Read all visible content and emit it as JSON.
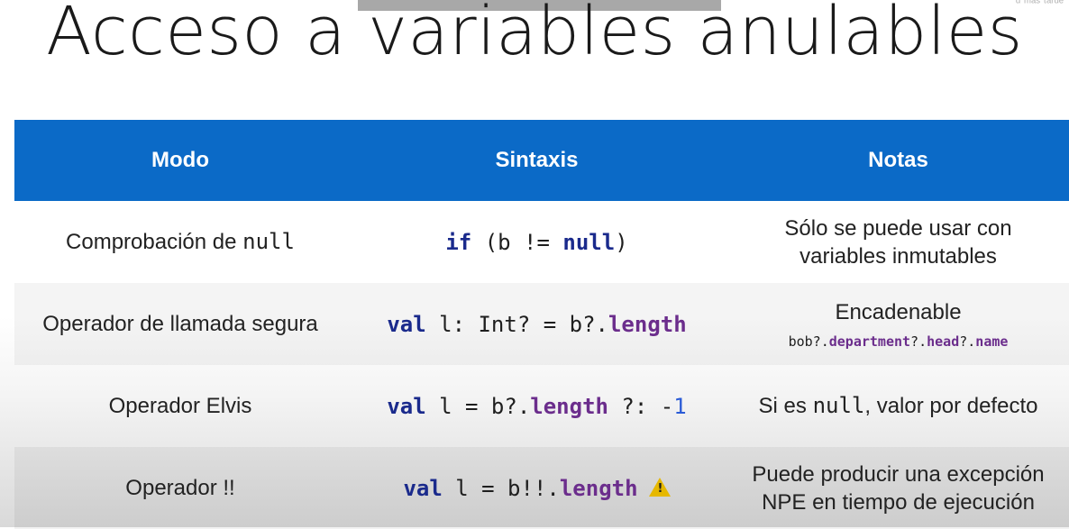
{
  "slide": {
    "title": "Acceso a variables anulables",
    "corner_text": "ᵈ ᵐᵃˢ ᵗᵃʳᵈᵉ"
  },
  "table": {
    "headers": [
      "Modo",
      "Sintaxis",
      "Notas"
    ],
    "rows": [
      {
        "mode_prefix": "Comprobación de ",
        "mode_code": "null",
        "syntax": {
          "kw": "if",
          "mid": " (b != ",
          "kw2": "null",
          "end": ")"
        },
        "notes_line1": "Sólo se puede usar con",
        "notes_line2": "variables inmutables"
      },
      {
        "mode": "Operador de llamada segura",
        "syntax": {
          "kw": "val",
          "mid": " l: Int? = b?.",
          "prop": "length"
        },
        "notes_line1": "Encadenable",
        "notes_code": {
          "a": "bob?.",
          "b": "department",
          "c": "?.",
          "d": "head",
          "e": "?.",
          "f": "name"
        }
      },
      {
        "mode": "Operador Elvis",
        "syntax": {
          "kw": "val",
          "mid": " l = b?.",
          "prop": "length",
          "mid2": " ?: -",
          "num": "1"
        },
        "notes_prefix": "Si es ",
        "notes_code": "null",
        "notes_suffix": ", valor por defecto"
      },
      {
        "mode": "Operador !!",
        "syntax": {
          "kw": "val",
          "mid": " l = b!!.",
          "prop": "length"
        },
        "warning_icon": "warning-icon",
        "notes_line1": "Puede producir una excepción",
        "notes_line2": "NPE en tiempo de ejecución"
      }
    ]
  },
  "colors": {
    "header_bg": "#0b6ac7",
    "keyword": "#1a2a8c",
    "property": "#6b2d8c",
    "number": "#2a5bd6",
    "warning": "#e6b800"
  }
}
